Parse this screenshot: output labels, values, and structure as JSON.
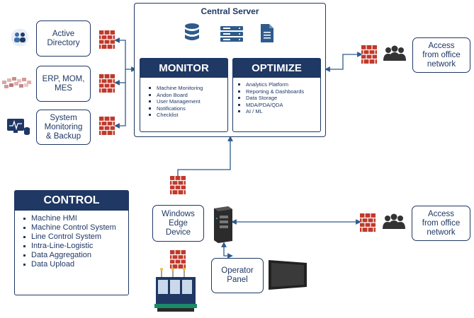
{
  "central_server": {
    "title": "Central Server"
  },
  "monitor": {
    "title": "MONITOR",
    "items": [
      "Machine Monitoring",
      "Andon Board",
      "User Management",
      "Notifications",
      "Checklist"
    ]
  },
  "optimize": {
    "title": "OPTIMIZE",
    "items": [
      "Analytics Platform",
      "Reporting & Dashboards",
      "Data Storage",
      "MDA/PDA/QDA",
      "AI / ML"
    ]
  },
  "left_systems": [
    "Active\nDirectory",
    "ERP, MOM,\nMES",
    "System\nMonitoring\n& Backup"
  ],
  "access_boxes": [
    "Access\nfrom office\nnetwork",
    "Access\nfrom office\nnetwork"
  ],
  "edge_device": "Windows\nEdge\nDevice",
  "operator_panel": "Operator\nPanel",
  "control": {
    "title": "CONTROL",
    "items": [
      "Machine HMI",
      "Machine Control System",
      "Line Control System",
      "Intra-Line-Logistic",
      "Data Aggregation",
      "Data Upload"
    ]
  },
  "colors": {
    "navy": "#1f3864",
    "firewall": "#c0392b",
    "connector": "#2e5b8c"
  },
  "icons": [
    "database-icon",
    "server-icon",
    "document-icon",
    "firewall-icon",
    "users-icon",
    "monitor-graph-icon",
    "machine-line-icon",
    "edge-device-icon",
    "touch-panel-icon"
  ]
}
